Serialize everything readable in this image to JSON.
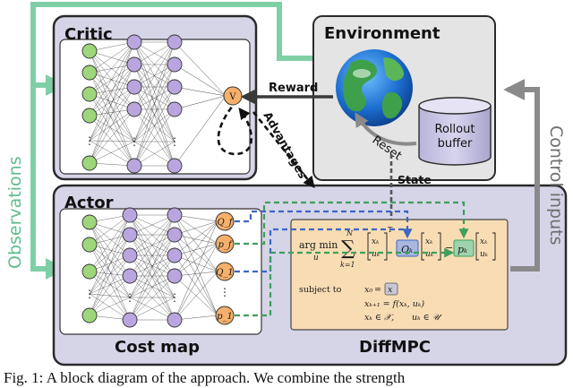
{
  "diagram": {
    "critic_title": "Critic",
    "actor_title": "Actor",
    "environment_title": "Environment",
    "cost_map_label": "Cost map",
    "diffmpc_label": "DiffMPC",
    "observations_label": "Observations",
    "control_inputs_label": "Control inputs",
    "reward_label": "Reward",
    "advantages_label": "Advantages",
    "state_label": "State",
    "reset_label": "Reset",
    "rollout_buffer_line1": "Rollout",
    "rollout_buffer_line2": "buffer",
    "critic_output_symbol": "V",
    "actor_outputs": [
      "Q_f",
      "p_f",
      "Q_1",
      "p_1"
    ],
    "mpc": {
      "argmin": "arg min",
      "argmin_var": "u",
      "sum_top": "N",
      "sum_bottom": "k=1",
      "subject_to": "subject to",
      "c1": "x₀",
      "c2": "xₖ₊₁ = f(xₖ, uₖ)",
      "c3a": "xₖ ∈ 𝒳,",
      "c3b": "uₖ ∈ 𝒰",
      "Q_box": "Qₖ",
      "p_box": "pₖ",
      "x0_box": "x"
    },
    "colors": {
      "green_arrow": "#7fcfa6",
      "blue_dash": "#3f66c4",
      "green_dash": "#3f9f5b",
      "node_green": "#9ed67c",
      "node_purple": "#b9a6de",
      "node_orange": "#f6b06b",
      "block_fill": "#d6d5e8",
      "env_fill": "#e4e4e4",
      "mpc_fill": "#f8ddb4"
    }
  },
  "caption": "Fig. 1: A block diagram of the approach. We combine the strength"
}
